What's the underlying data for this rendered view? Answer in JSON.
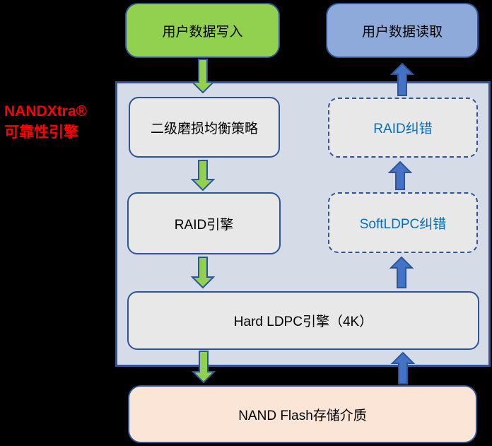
{
  "canvas": {
    "background": "#000000"
  },
  "engine_label": {
    "line1": "NANDXtra®",
    "line2": "可靠性引擎",
    "color": "#ff0000"
  },
  "container": {
    "fill": "#d5dbe7",
    "border": "#2e5597"
  },
  "nodes": {
    "write": {
      "label": "用户数据写入",
      "fill": "#92d050",
      "border": "#2e5597",
      "text_color": "#000000"
    },
    "read": {
      "label": "用户数据读取",
      "fill": "#8eaadb",
      "border": "#2e5597",
      "text_color": "#000000"
    },
    "wear_leveling": {
      "label": "二级磨损均衡策略",
      "fill": "#e8e8e8",
      "border": "#2e5597",
      "text_color": "#000000",
      "border_style": "solid"
    },
    "raid_ecc": {
      "label": "RAID纠错",
      "fill": "#e8e8e8",
      "border": "#2e5597",
      "text_color": "#0070c0",
      "border_style": "dashed"
    },
    "raid_engine": {
      "label": "RAID引擎",
      "fill": "#e8e8e8",
      "border": "#2e5597",
      "text_color": "#000000",
      "border_style": "solid"
    },
    "soft_ldpc": {
      "label": "SoftLDPC纠错",
      "fill": "#e8e8e8",
      "border": "#2e5597",
      "text_color": "#0070c0",
      "border_style": "dashed"
    },
    "hard_ldpc": {
      "label": "Hard LDPC引擎（4K）",
      "fill": "#e8e8e8",
      "border": "#2e5597",
      "text_color": "#000000",
      "border_style": "solid"
    },
    "nand": {
      "label": "NAND Flash存储介质",
      "fill": "#fbe5d6",
      "border": "#2e5597",
      "text_color": "#000000"
    }
  },
  "arrows": {
    "write_path": {
      "direction": "down",
      "count": 4,
      "fill": "#92d050",
      "stroke": "#2e5597"
    },
    "read_path": {
      "direction": "up",
      "count": 4,
      "fill": "#4472c4",
      "stroke": "#2e5597"
    }
  }
}
